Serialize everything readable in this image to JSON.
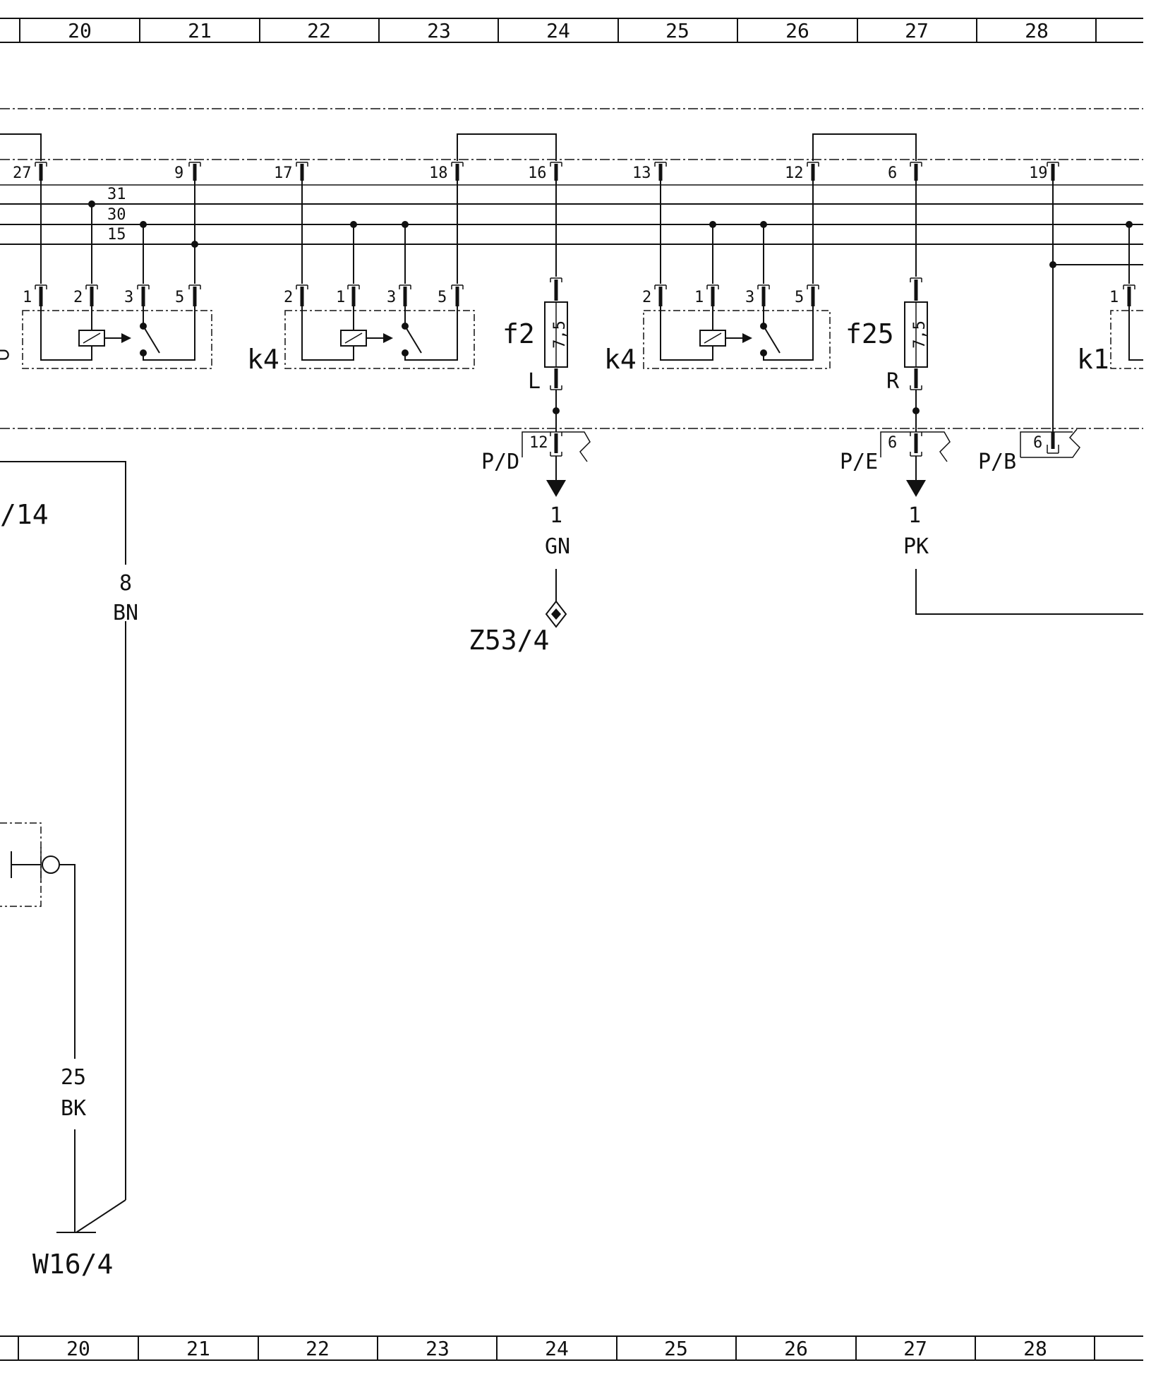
{
  "grid": {
    "columns": [
      "20",
      "21",
      "22",
      "23",
      "24",
      "25",
      "26",
      "27",
      "28"
    ]
  },
  "bus": {
    "labels": [
      "31",
      "30",
      "15"
    ]
  },
  "connectors_top": [
    {
      "pin": "27"
    },
    {
      "pin": "9"
    },
    {
      "pin": "17"
    },
    {
      "pin": "18"
    },
    {
      "pin": "16"
    },
    {
      "pin": "13"
    },
    {
      "pin": "12"
    },
    {
      "pin": "6"
    },
    {
      "pin": "19"
    }
  ],
  "relays": [
    {
      "name": "",
      "pins": [
        "1",
        "2",
        "3",
        "5"
      ]
    },
    {
      "name": "k4",
      "pins": [
        "2",
        "1",
        "3",
        "5"
      ]
    },
    {
      "name": "k4",
      "pins": [
        "2",
        "1",
        "3",
        "5"
      ]
    },
    {
      "name": "k1",
      "pins": [
        "1"
      ]
    }
  ],
  "relay_partial_label": "⊃",
  "fuses": [
    {
      "name": "f2",
      "rating": "7,5",
      "side": "L"
    },
    {
      "name": "f25",
      "rating": "7,5",
      "side": "R"
    }
  ],
  "plugs": [
    {
      "name": "P/D",
      "pin": "12"
    },
    {
      "name": "P/E",
      "pin": "6"
    },
    {
      "name": "P/B",
      "pin": "6"
    }
  ],
  "wires": [
    {
      "number": "1",
      "color": "GN"
    },
    {
      "number": "1",
      "color": "PK"
    },
    {
      "number": "8",
      "color": "BN"
    },
    {
      "number": "25",
      "color": "BK"
    }
  ],
  "refs": {
    "left_ref": "/14",
    "ground_point": "Z53/4",
    "harness": "W16/4"
  }
}
